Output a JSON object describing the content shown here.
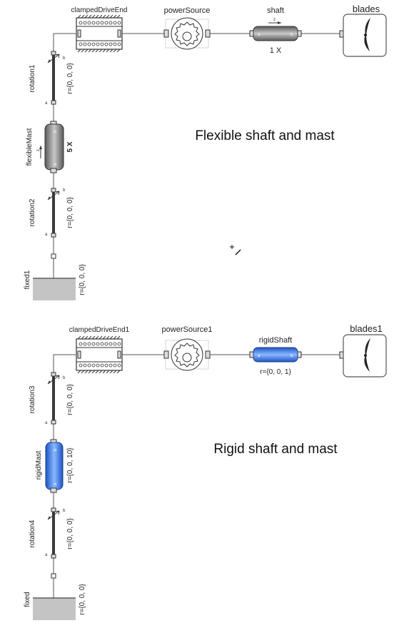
{
  "diagram": {
    "flexible": {
      "title": "Flexible shaft and mast",
      "clampedDriveEnd": "clampedDriveEnd",
      "powerSource": "powerSource",
      "shaft": "shaft",
      "shaft_param": "1 X",
      "blades": "blades",
      "rotation1": "rotation1",
      "rotation1_r": "r={0, 0, 0}",
      "mast": "flexibleMast",
      "mast_param": "5 X",
      "rotation2": "rotation2",
      "rotation2_r": "r={0, 0, 0}",
      "fixed": "fixed1",
      "fixed_r": "r={0, 0, 0}"
    },
    "rigid": {
      "title": "Rigid shaft and mast",
      "clampedDriveEnd": "clampedDriveEnd1",
      "powerSource": "powerSource1",
      "shaft": "rigidShaft",
      "shaft_r": "r={0, 0, 1}",
      "blades": "blades1",
      "rotation3": "rotation3",
      "rotation3_r": "r={0, 0, 0}",
      "mast": "rigidMast",
      "mast_r": "r={0, 0, 10}",
      "rotation4": "rotation4",
      "rotation4_r": "r={0, 0, 0}",
      "fixed": "fixed",
      "fixed_r": "r={0, 0, 0}"
    },
    "port_a": "a",
    "port_b": "b",
    "axis_z": "z",
    "colors": {
      "flex_body": "#8c8c8c",
      "rigid_body": "#2f6fd6",
      "ground": "#c4c4c4",
      "line": "#555555"
    }
  }
}
